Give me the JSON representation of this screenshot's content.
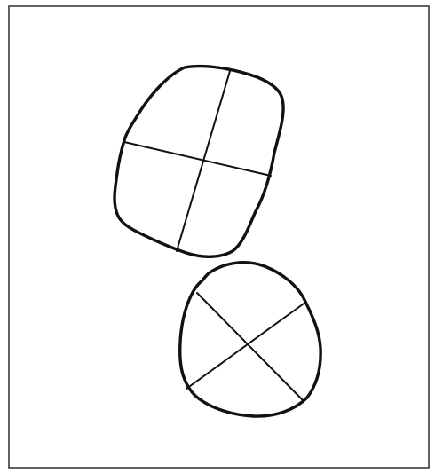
{
  "figure": {
    "background": "#ffffff",
    "frame_color": "#3a3a3a",
    "ink_color": "#111111",
    "shapes": [
      {
        "id": "upper-particle",
        "axes": 2,
        "axis_pattern": "cross"
      },
      {
        "id": "lower-particle",
        "axes": 2,
        "axis_pattern": "x"
      }
    ]
  }
}
